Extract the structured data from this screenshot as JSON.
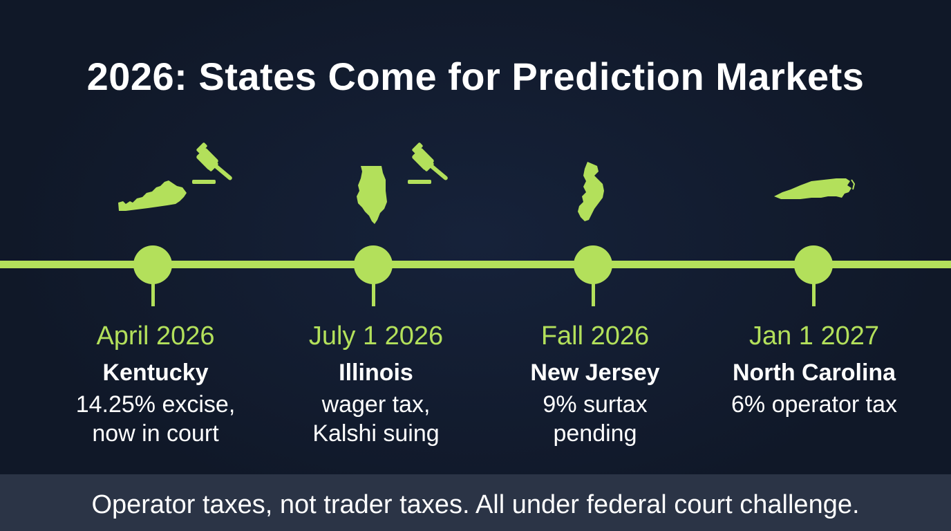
{
  "title": "2026: States Come for Prediction Markets",
  "colors": {
    "background": "#111a2b",
    "accent": "#b3e05b",
    "text": "#ffffff",
    "footer_bg": "#2b3446"
  },
  "events": [
    {
      "date": "April 2026",
      "state": "Kentucky",
      "desc_line1": "14.25% excise,",
      "desc_line2": "now in court",
      "icons": [
        "kentucky-map-icon",
        "gavel-icon"
      ]
    },
    {
      "date": "July 1 2026",
      "state": "Illinois",
      "desc_line1": "wager tax,",
      "desc_line2": "Kalshi suing",
      "icons": [
        "illinois-map-icon",
        "gavel-icon"
      ]
    },
    {
      "date": "Fall 2026",
      "state": "New Jersey",
      "desc_line1": "9% surtax",
      "desc_line2": "pending",
      "icons": [
        "new-jersey-map-icon"
      ]
    },
    {
      "date": "Jan 1 2027",
      "state": "North Carolina",
      "desc_line1": "6% operator tax",
      "desc_line2": "",
      "icons": [
        "north-carolina-map-icon"
      ]
    }
  ],
  "footer": "Operator taxes, not trader taxes. All under federal court challenge."
}
